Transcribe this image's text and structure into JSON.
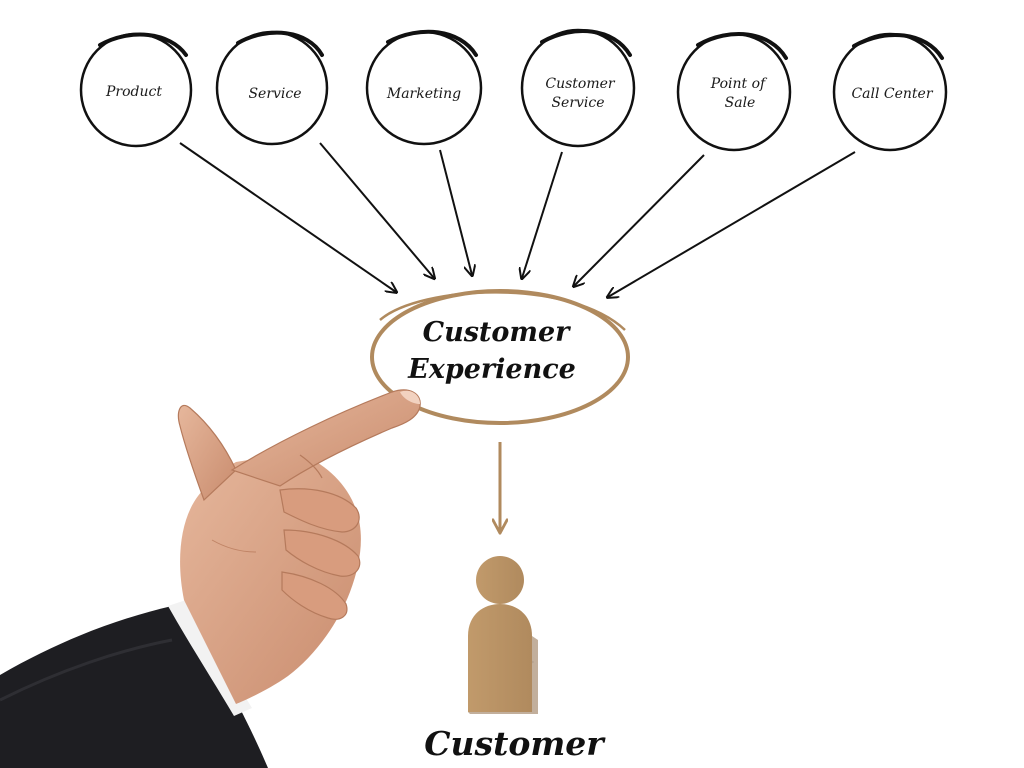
{
  "diagram": {
    "sources": [
      {
        "id": "product",
        "lines": [
          "Product"
        ]
      },
      {
        "id": "service",
        "lines": [
          "Service"
        ]
      },
      {
        "id": "marketing",
        "lines": [
          "Marketing"
        ]
      },
      {
        "id": "customer-service",
        "lines": [
          "Customer",
          "Service"
        ]
      },
      {
        "id": "point-of-sale",
        "lines": [
          "Point of",
          "Sale"
        ]
      },
      {
        "id": "call-center",
        "lines": [
          "Call Center"
        ]
      }
    ],
    "center": {
      "line1": "Customer",
      "line2": "Experience"
    },
    "customer_label": "Customer"
  },
  "colors": {
    "ink": "#111111",
    "accent": "#b08a5e",
    "skin": "#d9a488",
    "suit": "#1e1e22",
    "cuff": "#f2f2f2"
  },
  "icons": {
    "person": "person-icon",
    "hand": "pointing-hand-icon"
  }
}
